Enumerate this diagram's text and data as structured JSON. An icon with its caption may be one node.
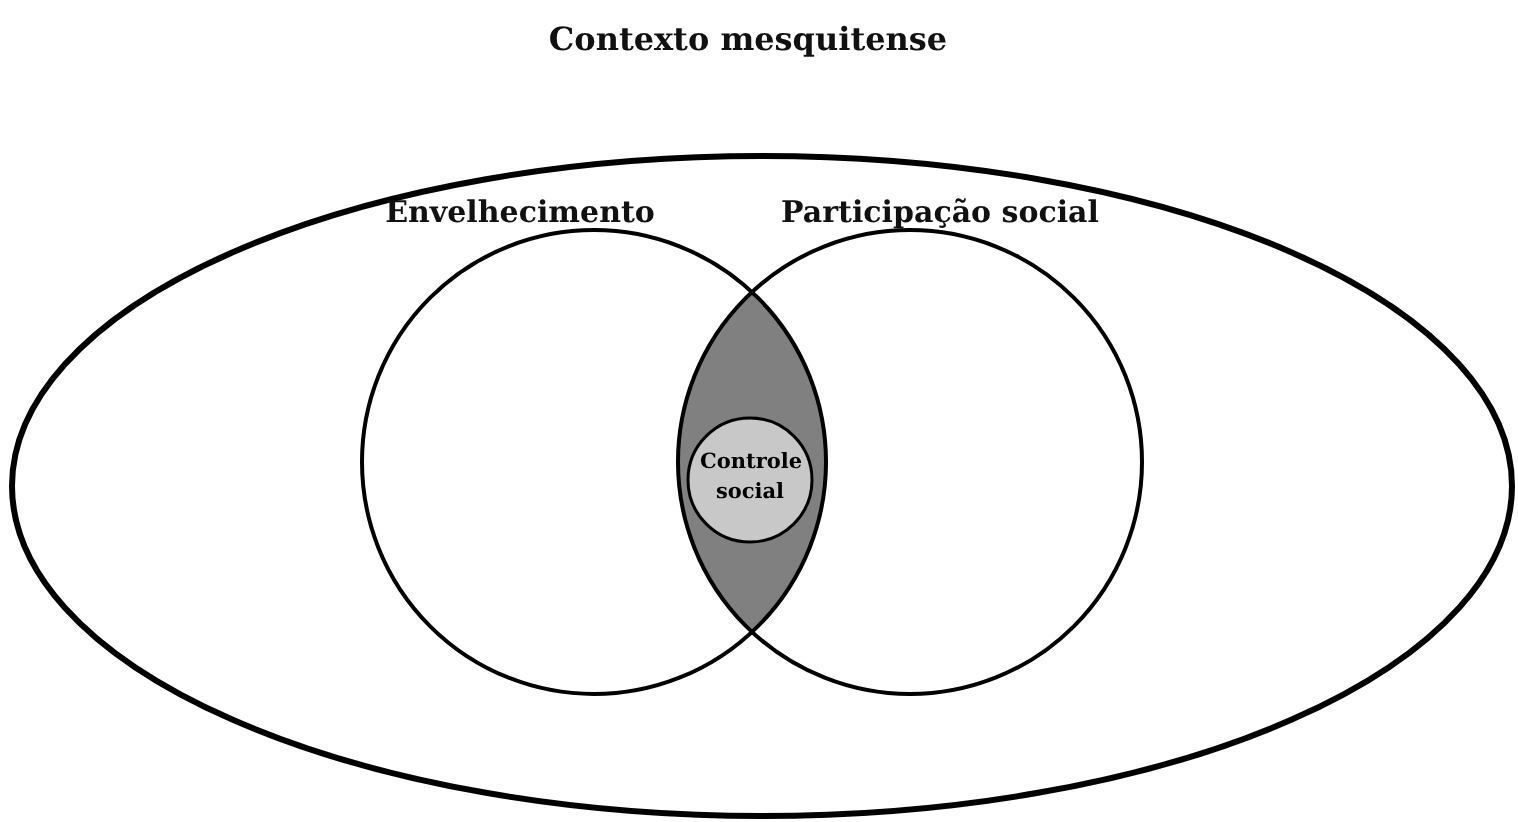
{
  "diagram": {
    "nodes": [
      {
        "text": [
          "Contexto mesquitense"
        ]
      },
      {
        "text": [
          "Envelhecimento"
        ],
        "in": 0
      },
      {
        "text": [
          "Participação social"
        ],
        "in": 0
      },
      {
        "text": [
          "Controle social"
        ]
      }
    ]
  }
}
